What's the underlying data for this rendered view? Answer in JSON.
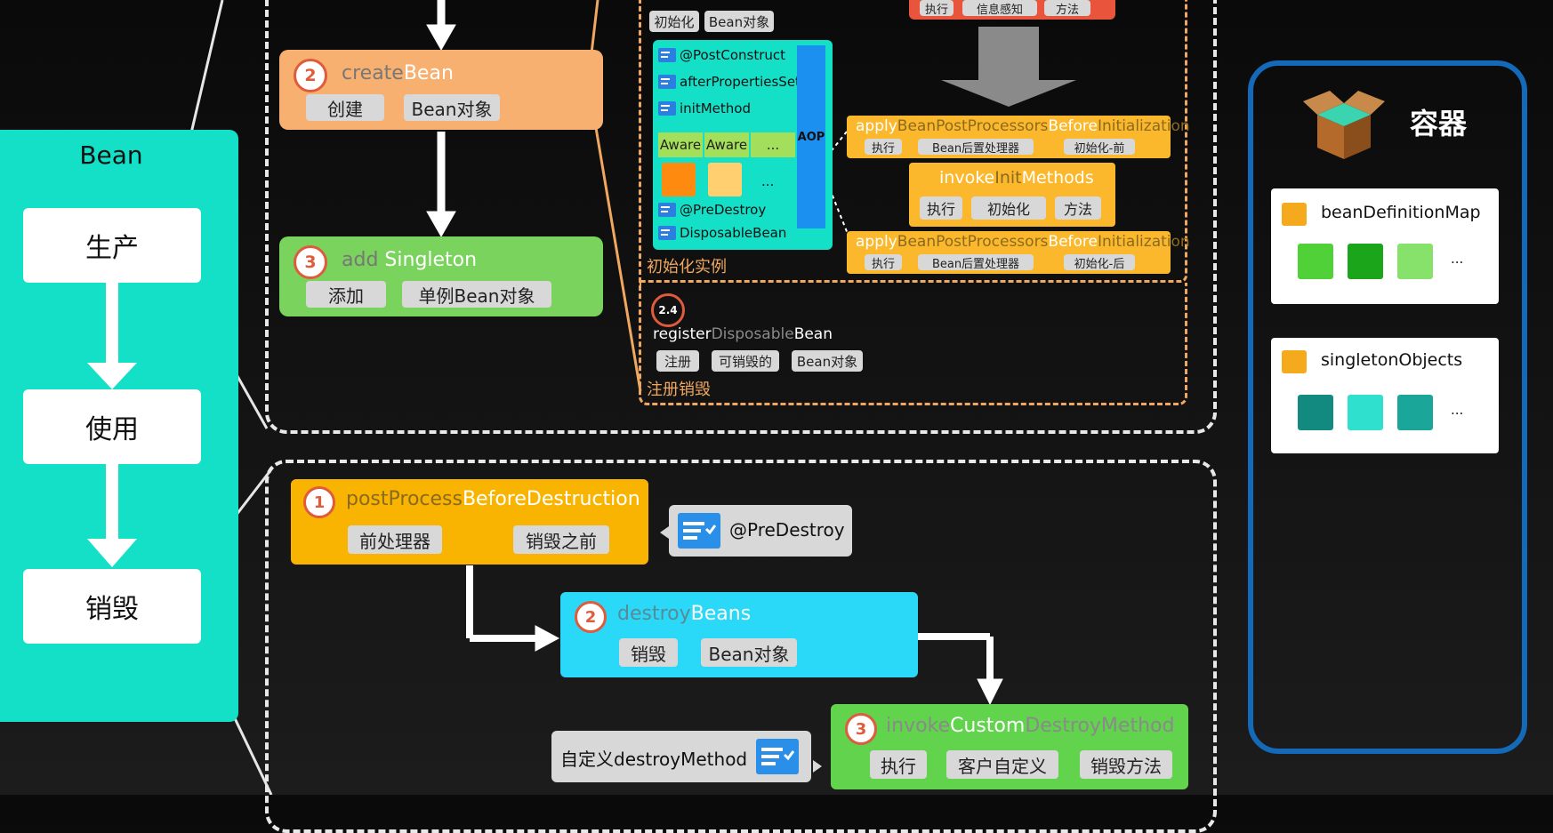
{
  "bean_panel": {
    "title": "Bean",
    "produce": "生产",
    "use": "使用",
    "destroy": "销毁"
  },
  "create_bean": {
    "number": "2",
    "title_prefix": "create",
    "title_suffix": "Bean",
    "chips": [
      "创建",
      "Bean对象"
    ]
  },
  "add_singleton": {
    "number": "3",
    "title_prefix": "add",
    "title_suffix": "Singleton",
    "chips": [
      "添加",
      "单例Bean对象"
    ]
  },
  "initialize": {
    "top_chips": [
      "初始化",
      "Bean对象"
    ],
    "items": [
      "@PostConstruct",
      "afterPropertiesSet",
      "initMethod"
    ],
    "aware": [
      "Aware",
      "Aware",
      "..."
    ],
    "ellipsis": "...",
    "destroy_items": [
      "@PreDestroy",
      "DisposableBean"
    ],
    "aop": "AOP",
    "caption": "初始化实例"
  },
  "top_red_chips": [
    "执行",
    "信息感知",
    "方法"
  ],
  "bpp_before": {
    "t1": "apply",
    "t2": "BeanPostProcessors",
    "t3": "Before",
    "t4": "Initialization",
    "chips": [
      "执行",
      "Bean后置处理器",
      "初始化-前"
    ]
  },
  "invoke_init": {
    "t1": "invoke",
    "t2": "Init",
    "t3": "Methods",
    "chips": [
      "执行",
      "初始化",
      "方法"
    ]
  },
  "bpp_after": {
    "t1": "apply",
    "t2": "BeanPostProcessors",
    "t3": "Before",
    "t4": "Initialization",
    "chips": [
      "执行",
      "Bean后置处理器",
      "初始化-后"
    ]
  },
  "register": {
    "number": "2.4",
    "t1": "register",
    "t2": "Disposable",
    "t3": "Bean",
    "chips": [
      "注册",
      "可销毁的",
      "Bean对象"
    ],
    "caption": "注册销毁"
  },
  "container": {
    "title": "容器",
    "map1": "beanDefinitionMap",
    "map2": "singletonObjects",
    "ellipsis": "...",
    "colors1": [
      "#4fd137",
      "#1aa51a",
      "#86e26a"
    ],
    "colors2": [
      "#138a80",
      "#2fe0cf",
      "#1ba69a"
    ]
  },
  "post_process": {
    "number": "1",
    "t1": "postProcess",
    "t2": "BeforeDestruction",
    "chips": [
      "前处理器",
      "销毁之前"
    ]
  },
  "predestroy_note": "@PreDestroy",
  "destroy_beans": {
    "number": "2",
    "t1": "destroy",
    "t2": "Beans",
    "chips": [
      "销毁",
      "Bean对象"
    ]
  },
  "custom_destroy": {
    "number": "3",
    "t1": "invoke",
    "t2": "Custom",
    "t3": "DestroyMethod",
    "chips": [
      "执行",
      "客户自定义",
      "销毁方法"
    ]
  },
  "custom_note": "自定义destroyMethod"
}
